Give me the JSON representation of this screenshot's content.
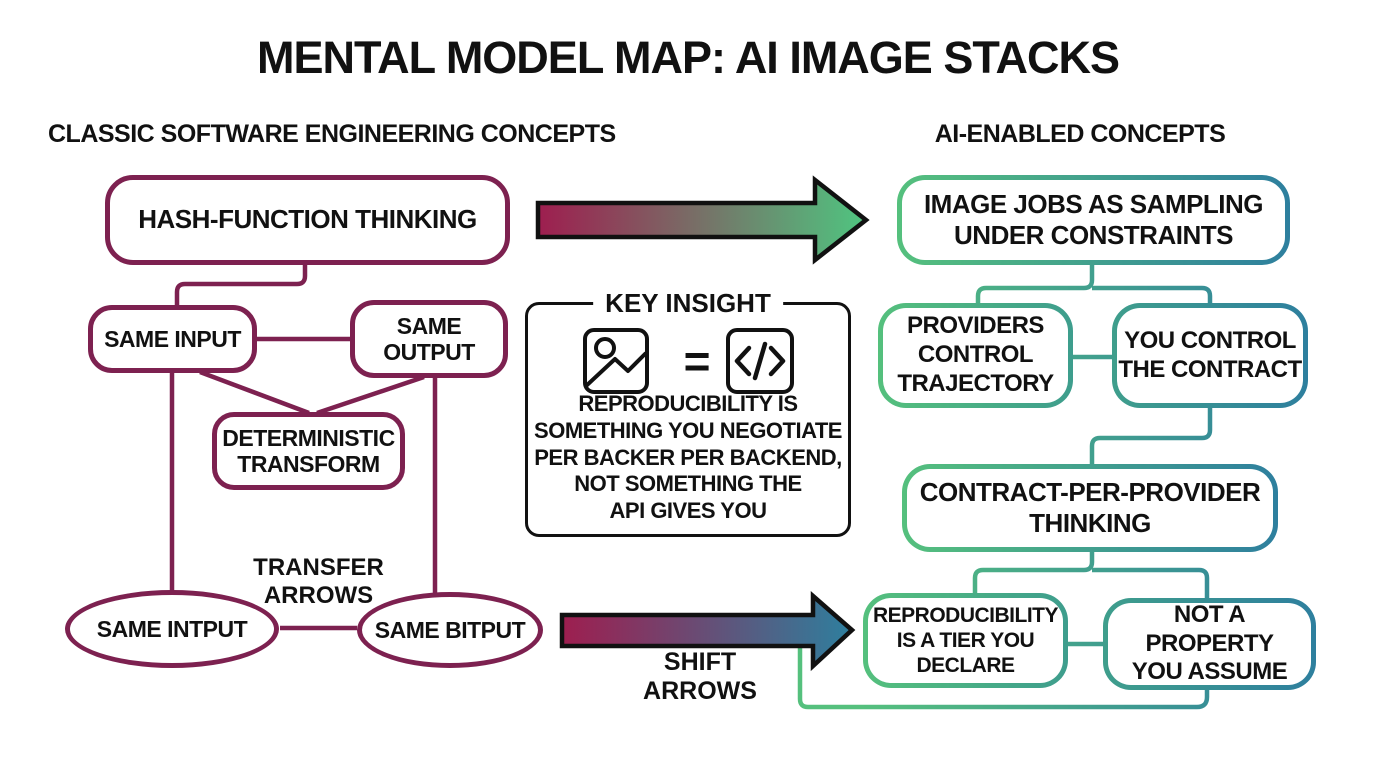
{
  "title": "MENTAL MODEL MAP: AI IMAGE STACKS",
  "headings": {
    "left": "CLASSIC SOFTWARE ENGINEERING CONCEPTS",
    "right": "AI-ENABLED CONCEPTS"
  },
  "classic": {
    "hash_function": "HASH-FUNCTION THINKING",
    "same_input": "SAME INPUT",
    "same_output": "SAME\nOUTPUT",
    "deterministic_transform": "DETERMINISTIC\nTRANSFORM",
    "transfer_arrows_label": "TRANSFER\nARROWS",
    "same_intput": "SAME INTPUT",
    "same_bitput": "SAME BITPUT"
  },
  "key_insight": {
    "title": "KEY INSIGHT",
    "image_icon": "image-icon",
    "equals_sign": "=",
    "code_icon": "code-icon",
    "body": "REPRODUCIBILITY IS\nSOMETHING YOU NEGOTIATE\nPER BACKER PER BACKEND,\nNOT SOMETHING THE\nAPI GIVES YOU"
  },
  "ai": {
    "image_jobs": "IMAGE JOBS AS SAMPLING\nUNDER CONSTRAINTS",
    "providers_control": "PROVIDERS\nCONTROL\nTRAJECTORY",
    "you_control": "YOU CONTROL\nTHE CONTRACT",
    "contract_per_provider": "CONTRACT-PER-PROVIDER\nTHINKING",
    "reproducibility_tier": "REPRODUCIBILITY\nIS A TIER YOU\nDECLARE",
    "not_a_property": "NOT A PROPERTY\nYOU ASSUME"
  },
  "labels": {
    "shift_arrows": "SHIFT ARROWS"
  },
  "colors": {
    "maroon": "#7d2150",
    "green": "#53bd7d",
    "teal": "#2e7f9e",
    "ink": "#111111",
    "background": "#ffffff"
  }
}
